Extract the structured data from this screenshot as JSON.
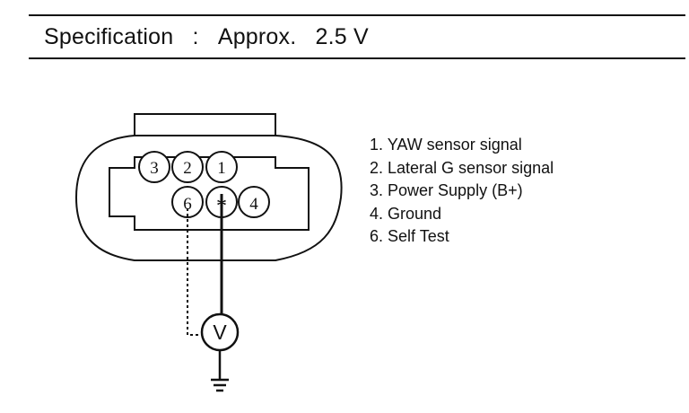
{
  "specification": {
    "label": "Specification",
    "colon": ":",
    "prefix": "Approx.",
    "value": "2.5 V"
  },
  "connector": {
    "pins": [
      {
        "number": "3"
      },
      {
        "number": "2"
      },
      {
        "number": "1"
      },
      {
        "number": "6"
      },
      {
        "number": "*"
      },
      {
        "number": "4"
      }
    ]
  },
  "meter": {
    "symbol": "V"
  },
  "legend": {
    "items": [
      "1. YAW sensor signal",
      "2. Lateral G sensor signal",
      "3. Power Supply (B+)",
      "4. Ground",
      "6. Self Test"
    ]
  }
}
